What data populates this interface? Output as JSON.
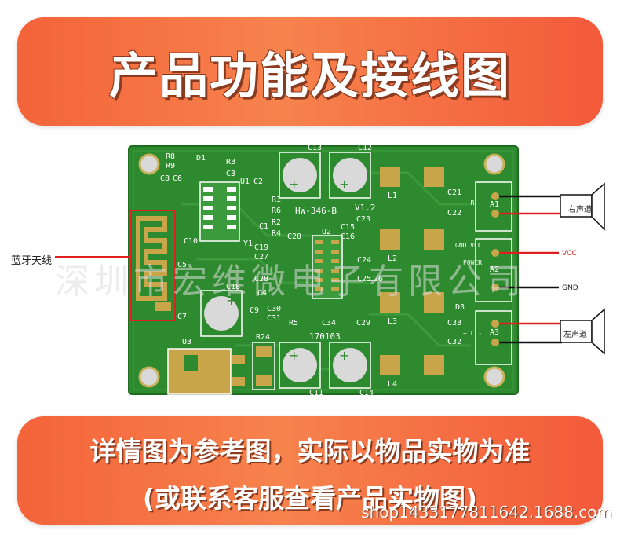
{
  "header": {
    "title": "产品功能及接线图"
  },
  "footer": {
    "note_line1": "详情图为参考图，实际以物品实物为准",
    "note_line2": "(或联系客服查看产品实物图)",
    "shop_url": "shop1433177811642.1688.com"
  },
  "watermark": "深圳市宏维微电子有限公司",
  "annotations": {
    "antenna": "蓝牙天线",
    "right_channel": "右声道",
    "left_channel": "左声道",
    "vcc": "VCC",
    "gnd": "GND"
  },
  "board": {
    "model": "HW-346-B",
    "version": "V1.2",
    "date_code": "170103",
    "labels": {
      "c13": "C13",
      "c12": "C12",
      "r3": "R3",
      "c3": "C3",
      "u1": "U1",
      "c2": "C2",
      "r1": "R1",
      "r6": "R6",
      "r2": "R2",
      "r4": "R4",
      "c1": "C1",
      "y1": "Y1",
      "c10": "C10",
      "c8": "C8",
      "c6": "C6",
      "r8": "R8",
      "r9": "R9",
      "d1": "D1",
      "c20": "C20",
      "c19": "C19",
      "c27": "C27",
      "c28": "C28",
      "c4": "C4",
      "c9": "C9",
      "c30": "C30",
      "c31": "C31",
      "c18": "C18",
      "c7": "C7",
      "c5": "C5",
      "r5": "R5",
      "c34": "C34",
      "c29": "C29",
      "c23": "C23",
      "c15": "C15",
      "c16": "C16",
      "u2": "U2",
      "c24": "C24",
      "c25": "C25",
      "c26": "C26",
      "l1": "L1",
      "l2": "L2",
      "l3": "L3",
      "l4": "L4",
      "c21": "C21",
      "c22": "C22",
      "c32": "C32",
      "c33": "C33",
      "u3": "U3",
      "r24": "R24",
      "c11": "C11",
      "c14": "C14",
      "d3": "D3",
      "a1": "A1",
      "a2": "A2",
      "a3": "A3",
      "power": "POWER",
      "r_plus": "+  R  -",
      "l_plus": "+  L  -",
      "gnd_vcc": "GND  VCC"
    }
  }
}
